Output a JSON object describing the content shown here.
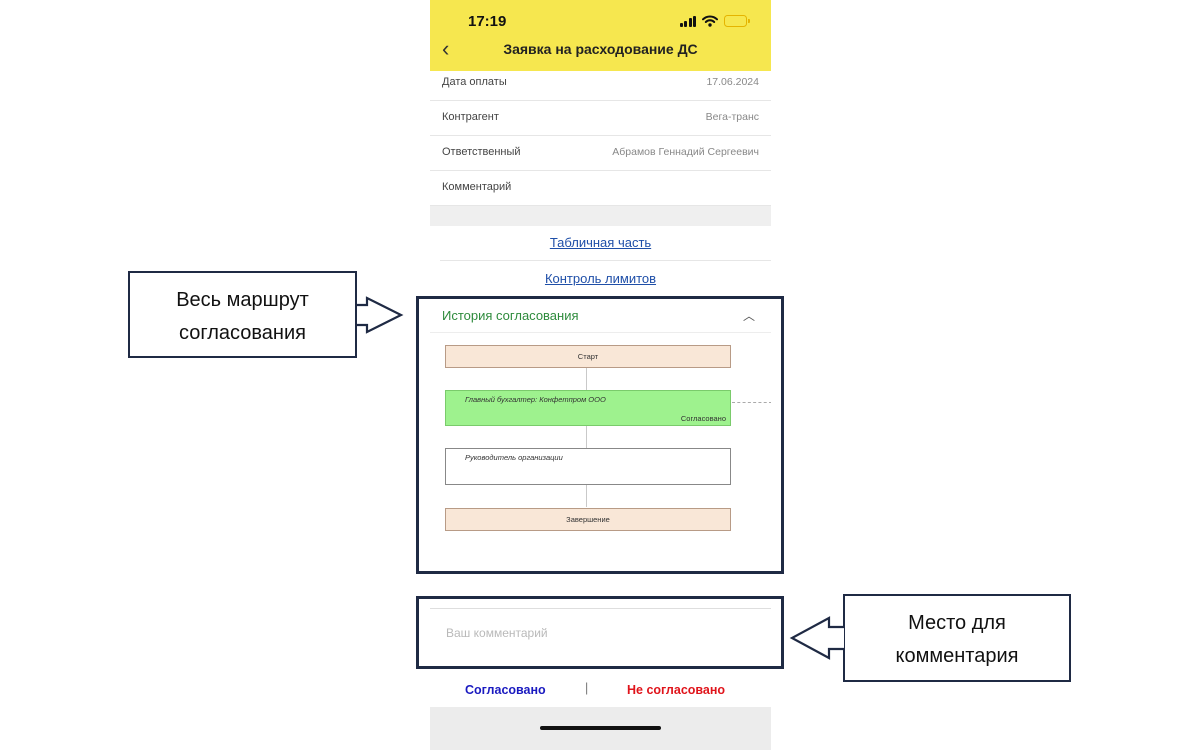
{
  "status_bar": {
    "time": "17:19"
  },
  "nav": {
    "title": "Заявка на расходование ДС",
    "back_icon": "chevron-left-icon"
  },
  "fields": [
    {
      "label": "Дата оплаты",
      "value": "17.06.2024"
    },
    {
      "label": "Контрагент",
      "value": "Вега-транс"
    },
    {
      "label": "Ответственный",
      "value": "Абрамов Геннадий Сергеевич"
    },
    {
      "label": "Комментарий",
      "value": ""
    }
  ],
  "links": {
    "table_part": "Табличная часть",
    "limits_control": "Контроль лимитов"
  },
  "history": {
    "title": "История согласования",
    "expanded": true,
    "steps": {
      "start": "Старт",
      "chief_accountant": {
        "title": "Главный бухгалтер: Конфетпром ООО",
        "status": "Согласовано",
        "color": "#9ef28e"
      },
      "director": {
        "title": "Руководитель организации",
        "status": ""
      },
      "end": "Завершение"
    }
  },
  "comment": {
    "placeholder": "Ваш комментарий",
    "value": ""
  },
  "actions": {
    "approve": "Согласовано",
    "separator": "|",
    "reject": "Не согласовано"
  },
  "annotations": {
    "route_callout": "Весь маршрут согласования",
    "comment_callout": "Место для комментария"
  },
  "colors": {
    "header_bg": "#f6e74f",
    "accent_green": "#2e8b3c",
    "approve": "#1a1ac0",
    "reject": "#e0141b",
    "frame": "#1f2a44"
  }
}
